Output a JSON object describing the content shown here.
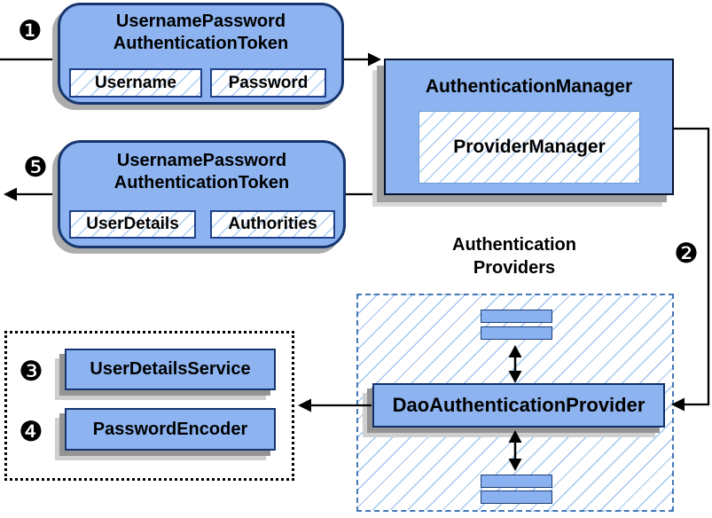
{
  "steps": {
    "s1": "❶",
    "s2": "❷",
    "s3": "❸",
    "s4": "❹",
    "s5": "❺"
  },
  "token_request": {
    "title_line1": "UsernamePassword",
    "title_line2": "AuthenticationToken",
    "fields": [
      "Username",
      "Password"
    ]
  },
  "auth_manager": {
    "title": "AuthenticationManager",
    "inner": "ProviderManager"
  },
  "token_response": {
    "title_line1": "UsernamePassword",
    "title_line2": "AuthenticationToken",
    "fields": [
      "UserDetails",
      "Authorities"
    ]
  },
  "providers": {
    "title_line1": "Authentication",
    "title_line2": "Providers",
    "main_provider": "DaoAuthenticationProvider"
  },
  "services": {
    "items": [
      "UserDetailsService",
      "PasswordEncoder"
    ]
  },
  "colors": {
    "box_fill": "#8DB4F0",
    "box_border": "#16356E",
    "hatch_line": "#AECDF4",
    "dashed_border": "#4377B5",
    "shadow_dark": "#949494",
    "shadow_light": "#CFCFCF",
    "arrow": "#000000"
  }
}
